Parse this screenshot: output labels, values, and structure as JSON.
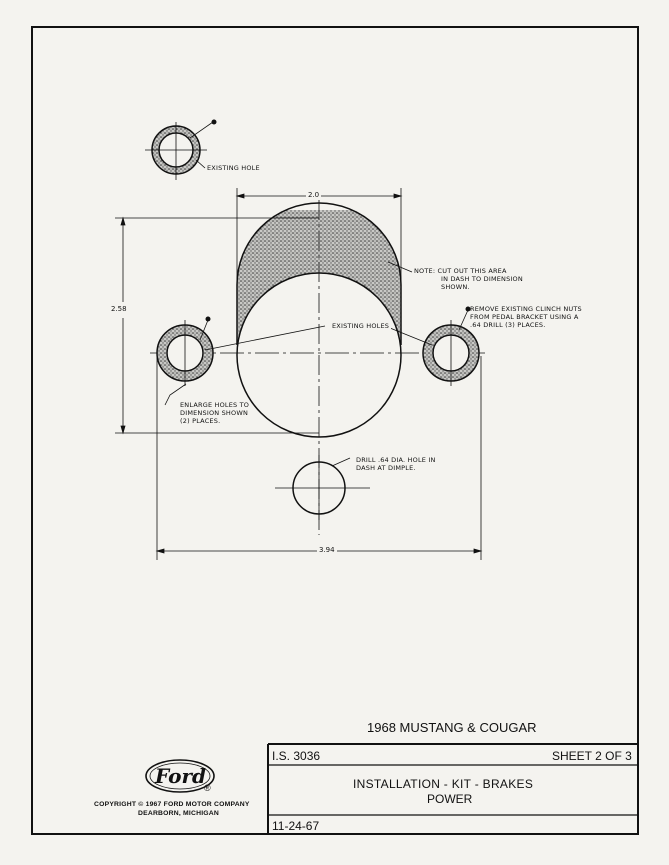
{
  "notes": {
    "existing_hole": "EXISTING HOLE",
    "cutout": [
      "NOTE:  CUT OUT THIS AREA",
      "IN DASH TO DIMENSION",
      "SHOWN."
    ],
    "remove_nuts": [
      "REMOVE EXISTING CLINCH NUTS",
      "FROM PEDAL BRACKET USING A",
      ".64 DRILL (3) PLACES."
    ],
    "existing_holes": "EXISTING HOLES",
    "enlarge": [
      "ENLARGE HOLES TO",
      "DIMENSION SHOWN",
      "(2) PLACES."
    ],
    "drill": [
      "DRILL .64 DIA. HOLE IN",
      "DASH AT DIMPLE."
    ]
  },
  "dimensions": {
    "width_top": "2.0",
    "height_left": "2.58",
    "width_bottom": "3.94"
  },
  "title_block": {
    "model": "1968 MUSTANG & COUGAR",
    "is_number": "I.S. 3036",
    "sheet": "SHEET 2 OF 3",
    "title": "INSTALLATION - KIT - BRAKES",
    "subtitle": "POWER",
    "date": "11-24-67",
    "logo_text": "Ford",
    "registered": "®",
    "copyright_line1": "COPYRIGHT © 1967 FORD MOTOR COMPANY",
    "copyright_line2": "DEARBORN, MICHIGAN"
  }
}
